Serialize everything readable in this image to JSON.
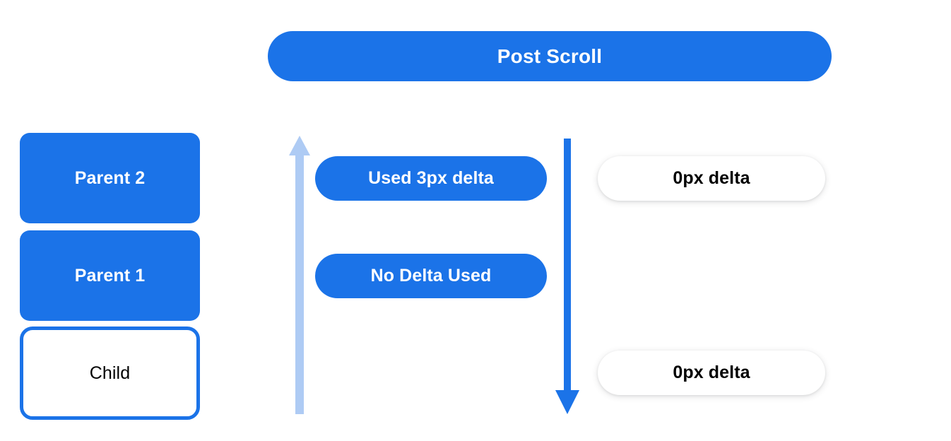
{
  "header": {
    "title": "Post Scroll"
  },
  "colors": {
    "brand_blue": "#1b73e8",
    "light_blue": "#aecbf4",
    "white": "#ffffff",
    "black": "#000000"
  },
  "scroll_chain": {
    "boxes": [
      {
        "id": "parent2",
        "label": "Parent 2",
        "style": "filled"
      },
      {
        "id": "parent1",
        "label": "Parent 1",
        "style": "filled"
      },
      {
        "id": "child",
        "label": "Child",
        "style": "outlined"
      }
    ]
  },
  "arrows": {
    "bubble_up": {
      "name": "up-arrow-icon",
      "direction": "up",
      "color": "#aecbf4"
    },
    "dispatch_down": {
      "name": "down-arrow-icon",
      "direction": "down",
      "color": "#1b73e8"
    }
  },
  "consumed_pills": [
    {
      "id": "used-delta",
      "label": "Used 3px delta"
    },
    {
      "id": "no-delta",
      "label": "No Delta Used"
    }
  ],
  "remaining_pills": [
    {
      "id": "zero-top",
      "label": "0px delta"
    },
    {
      "id": "zero-bottom",
      "label": "0px delta"
    }
  ]
}
